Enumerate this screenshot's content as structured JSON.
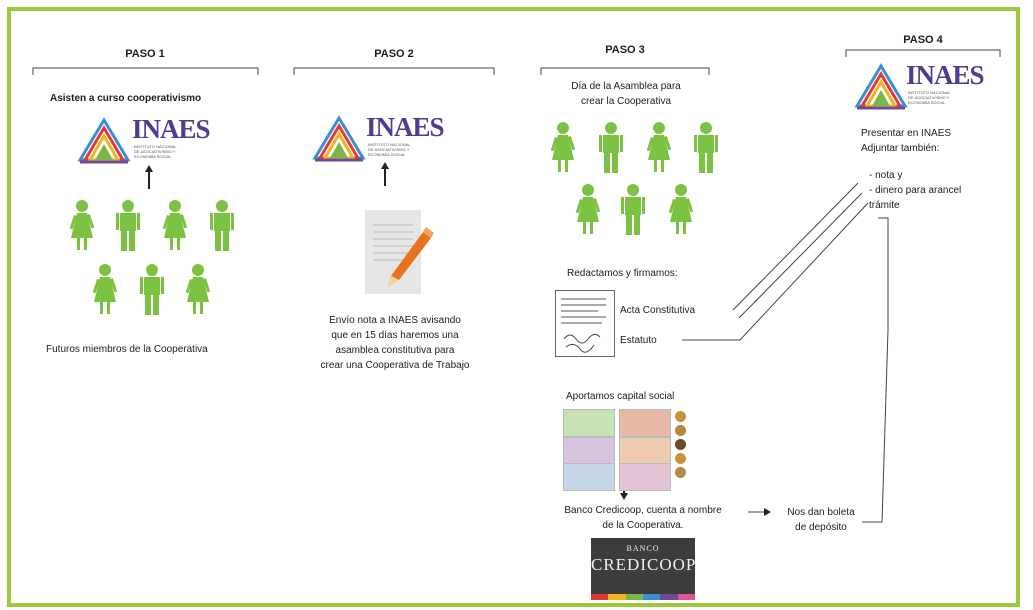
{
  "steps": {
    "s1": {
      "title": "PASO 1",
      "heading": "Asisten a curso cooperativismo",
      "caption": "Futuros miembros de la Cooperativa"
    },
    "s2": {
      "title": "PASO 2",
      "caption_lines": [
        "Envío nota a INAES avisando",
        "que en 15 días haremos una",
        "asamblea constitutiva para",
        "crear una Cooperativa de Trabajo"
      ]
    },
    "s3": {
      "title": "PASO 3",
      "heading_lines": [
        "Día de la Asamblea para",
        "crear la Cooperativa"
      ],
      "redact": "Redactamos y firmamos:",
      "acta": "Acta Constitutiva",
      "estatuto": "Estatuto",
      "capital": "Aportamos capital social",
      "banco_lines": [
        "Banco Credicoop, cuenta a nombre",
        "de la Cooperativa."
      ],
      "boleta_lines": [
        "Nos dan boleta",
        "de depósito"
      ]
    },
    "s4": {
      "title": "PASO 4",
      "present_lines": [
        "Presentar en INAES",
        "Adjuntar  también:"
      ],
      "items": [
        "- nota y",
        "- dinero para arancel",
        "trámite"
      ]
    }
  },
  "logo": {
    "name": "INAES",
    "subtitle_lines": [
      "INSTITUTO NACIONAL",
      "DE ASOCIATIVISMO Y",
      "ECONOMÍA SOCIAL"
    ]
  },
  "bank_logo": {
    "small": "BANCO",
    "big": "CREDICOOP"
  },
  "colors": {
    "frame": "#9cc93a",
    "people": "#7cc242",
    "logo_text": "#4a3d93"
  }
}
